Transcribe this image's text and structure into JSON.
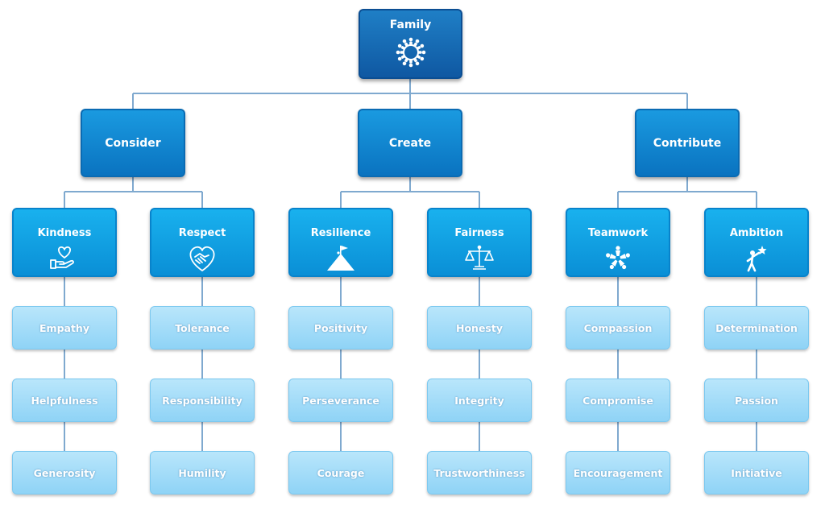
{
  "colors": {
    "root": "#0f58a2",
    "level1": "#0a73c0",
    "level2": "#0a8fd6",
    "level3": "#a6ddf8",
    "connector": "#7fa9cf"
  },
  "root": {
    "label": "Family",
    "icon": "people-circle-icon"
  },
  "pillars": [
    {
      "label": "Consider",
      "values": [
        {
          "label": "Kindness",
          "icon": "heart-hand-icon",
          "traits": [
            "Empathy",
            "Helpfulness",
            "Generosity"
          ]
        },
        {
          "label": "Respect",
          "icon": "handshake-heart-icon",
          "traits": [
            "Tolerance",
            "Responsibility",
            "Humility"
          ]
        }
      ]
    },
    {
      "label": "Create",
      "values": [
        {
          "label": "Resilience",
          "icon": "mountain-flag-icon",
          "traits": [
            "Positivity",
            "Perseverance",
            "Courage"
          ]
        },
        {
          "label": "Fairness",
          "icon": "scales-icon",
          "traits": [
            "Honesty",
            "Integrity",
            "Trustworthiness"
          ]
        }
      ]
    },
    {
      "label": "Contribute",
      "values": [
        {
          "label": "Teamwork",
          "icon": "team-circle-icon",
          "traits": [
            "Compassion",
            "Compromise",
            "Encouragement"
          ]
        },
        {
          "label": "Ambition",
          "icon": "reach-star-icon",
          "traits": [
            "Determination",
            "Passion",
            "Initiative"
          ]
        }
      ]
    }
  ]
}
